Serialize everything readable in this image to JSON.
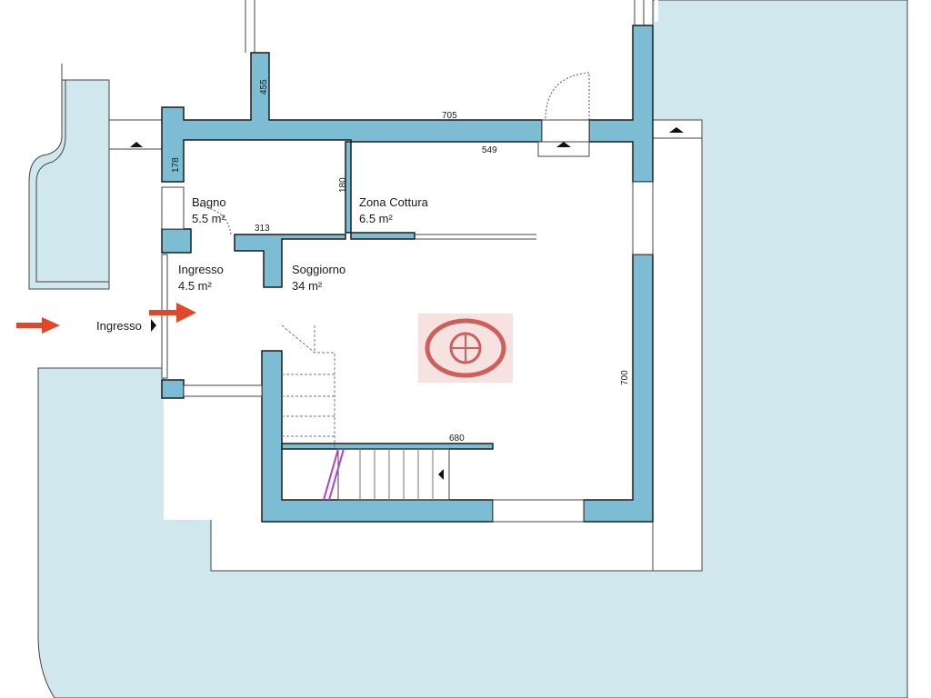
{
  "colors": {
    "terrace": "#cfe7ed",
    "wall": "#7cbdd3",
    "wall_stroke": "#1d1d1d",
    "arrow": "#e0482a",
    "stair_handrail": "#b23fcf",
    "logo": "#c8423e"
  },
  "rooms": [
    {
      "name": "Bagno",
      "area": "5.5 m²"
    },
    {
      "name": "Zona Cottura",
      "area": "6.5 m²"
    },
    {
      "name": "Ingresso",
      "area": "4.5 m²"
    },
    {
      "name": "Soggiorno",
      "area": "34 m²"
    }
  ],
  "entrance_label": "Ingresso",
  "dimensions": {
    "d455": "455",
    "d705": "705",
    "d549": "549",
    "d178": "178",
    "d180": "180",
    "d313": "313",
    "d700": "700",
    "d680": "680"
  },
  "icons": {
    "entrance_arrows": "arrow-right-icon",
    "logo": "globe-icon"
  }
}
